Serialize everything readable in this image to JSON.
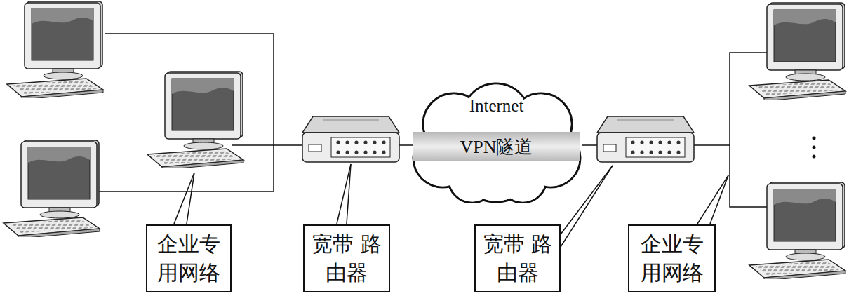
{
  "diagram": {
    "nodes": [
      {
        "text": [
          "Internet"
        ]
      },
      {
        "text": [
          "VPN隧道"
        ],
        "in": 0
      },
      {
        "text": [
          "企业专 用网络"
        ]
      },
      {
        "text": [
          "宽带 路由器"
        ]
      },
      {
        "text": [
          "宽带 路由器"
        ]
      },
      {
        "text": [
          "企业专 用网络"
        ]
      }
    ]
  }
}
